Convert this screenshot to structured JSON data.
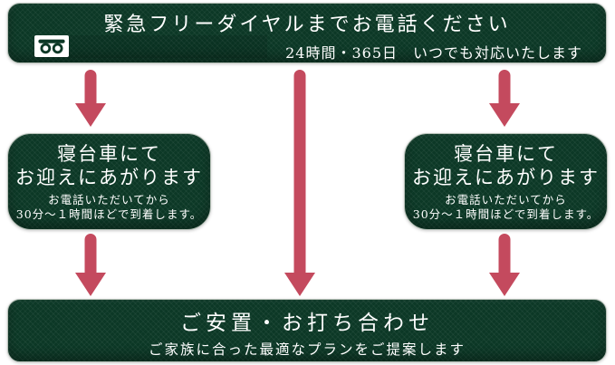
{
  "colors": {
    "box_green": "#0c3826",
    "arrow_red": "#c44a5e",
    "border_gray": "#b7c1b8",
    "text_white": "#ffffff"
  },
  "top_box": {
    "icon": "freedial-icon",
    "title": "緊急フリーダイヤルまでお電話ください",
    "subtitle": "24時間・365日　いつでも対応いたします"
  },
  "pickup_boxes": {
    "left": {
      "title_line1": "寝台車にて",
      "title_line2": "お迎えにあがります",
      "note_line1": "お電話いただいてから",
      "note_line2": "30分〜１時間ほどで到着します。"
    },
    "right": {
      "title_line1": "寝台車にて",
      "title_line2": "お迎えにあがります",
      "note_line1": "お電話いただいてから",
      "note_line2": "30分〜１時間ほどで到着します。"
    }
  },
  "bottom_box": {
    "title": "ご安置・お打ち合わせ",
    "subtitle": "ご家族に合った最適なプランをご提案します"
  },
  "flow_arrows": [
    "top-to-pickup-left",
    "top-to-meeting",
    "top-to-pickup-right",
    "pickup-left-to-meeting",
    "pickup-right-to-meeting"
  ]
}
